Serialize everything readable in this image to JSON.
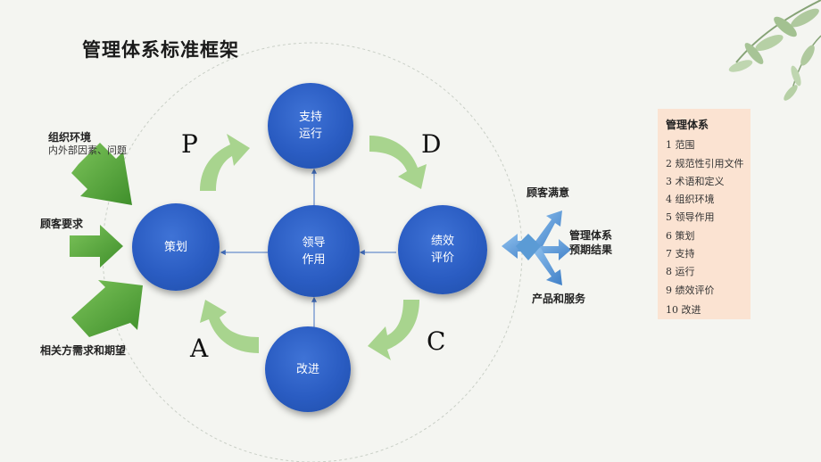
{
  "title": "管理体系标准框架",
  "inputs": {
    "org_env": "组织环境",
    "org_env_sub": "内外部因素、问题",
    "customer_req": "顾客要求",
    "stakeholders": "相关方需求和期望"
  },
  "pdca": {
    "p": "P",
    "d": "D",
    "c": "C",
    "a": "A"
  },
  "nodes": {
    "support": "支持\n运行",
    "planning": "策划",
    "leadership": "领导\n作用",
    "evaluation": "绩效\n评价",
    "improvement": "改进"
  },
  "outputs": {
    "satisfaction": "顾客满意",
    "expected": "管理体系\n预期结果",
    "products": "产品和服务"
  },
  "panel": {
    "title": "管理体系",
    "items": [
      "1  范围",
      "2  规范性引用文件",
      "3  术语和定义",
      "4  组织环境",
      "5  领导作用",
      "6  策划",
      "7  支持",
      "8  运行",
      "9  绩效评价",
      "10  改进"
    ]
  },
  "colors": {
    "node_blue": "#2a5cc2",
    "green_arrow": "#5aa63a",
    "light_green_arrow": "#a8d48e",
    "blue_arrow": "#5b9bd5",
    "panel_bg": "#fbe3d2"
  }
}
